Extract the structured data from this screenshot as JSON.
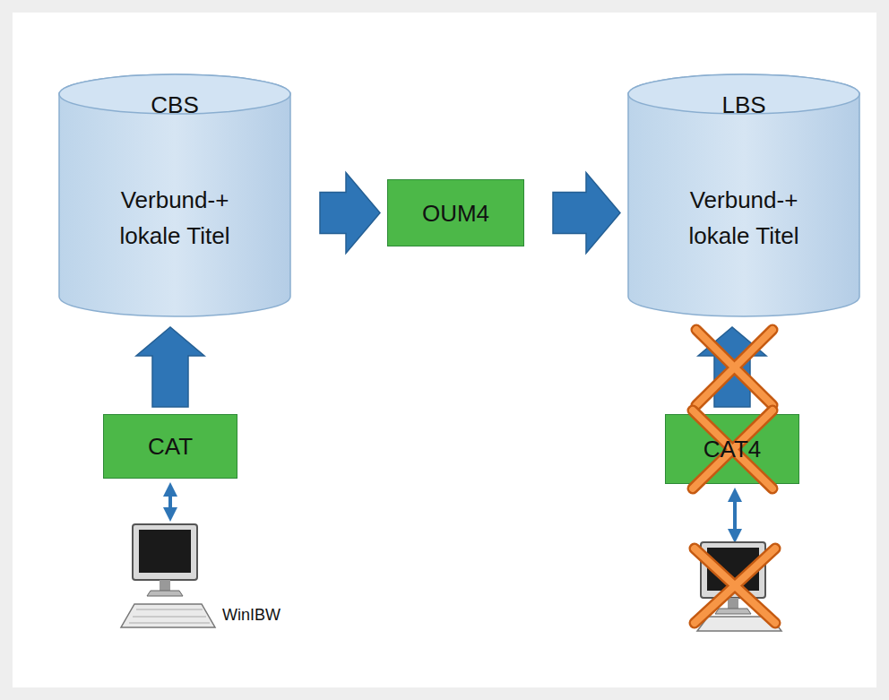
{
  "diagram": {
    "nodes": [
      {
        "text": [
          "CBS",
          "Verbund-+ lokale Titel"
        ]
      },
      {
        "text": [
          "OUM4"
        ]
      },
      {
        "text": [
          "LBS",
          "Verbund-+ lokale Titel"
        ]
      },
      {
        "text": [
          "CAT"
        ]
      },
      {
        "text": [
          "CAT4"
        ]
      }
    ],
    "edges": [
      {
        "from": 0,
        "to": 1,
        "arrow": "to"
      },
      {
        "from": 1,
        "to": 2,
        "arrow": "to"
      },
      {
        "from": 3,
        "to": 0,
        "arrow": "to"
      },
      {
        "from": 4,
        "to": 2,
        "arrow": "to"
      }
    ],
    "labels": [
      "WinIBW"
    ]
  }
}
